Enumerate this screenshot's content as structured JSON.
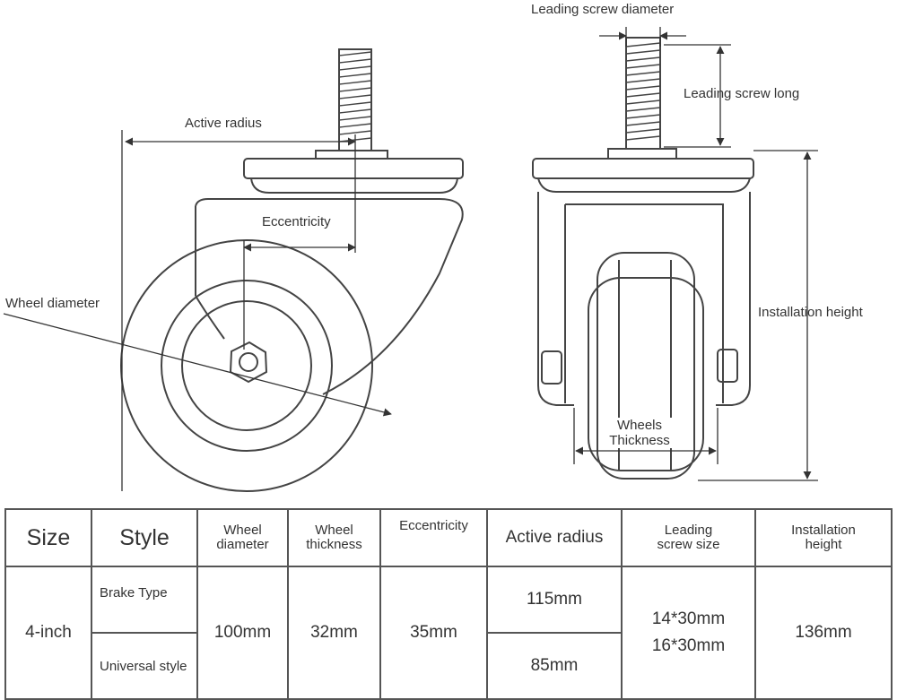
{
  "labels": {
    "leading_screw_diameter": "Leading screw diameter",
    "leading_screw_long": "Leading screw long",
    "active_radius": "Active radius",
    "eccentricity": "Eccentricity",
    "wheel_diameter": "Wheel diameter",
    "installation_height": "Installation height",
    "wheels_thickness_line1": "Wheels",
    "wheels_thickness_line2": "Thickness"
  },
  "table": {
    "headers": {
      "size": "Size",
      "style": "Style",
      "wheel_diameter_1": "Wheel",
      "wheel_diameter_2": "diameter",
      "wheel_thickness_1": "Wheel",
      "wheel_thickness_2": "thickness",
      "eccentricity": "Eccentricity",
      "active_radius": "Active radius",
      "leading_screw_1": "Leading",
      "leading_screw_2": "screw size",
      "installation_1": "Installation",
      "installation_2": "height"
    },
    "row": {
      "size": "4-inch",
      "style_brake": "Brake Type",
      "style_universal": "Universal style",
      "wheel_diameter": "100mm",
      "wheel_thickness": "32mm",
      "eccentricity": "35mm",
      "active_radius_brake": "115mm",
      "active_radius_universal": "85mm",
      "screw_size_1": "14*30mm",
      "screw_size_2": "16*30mm",
      "installation_height": "136mm"
    }
  }
}
